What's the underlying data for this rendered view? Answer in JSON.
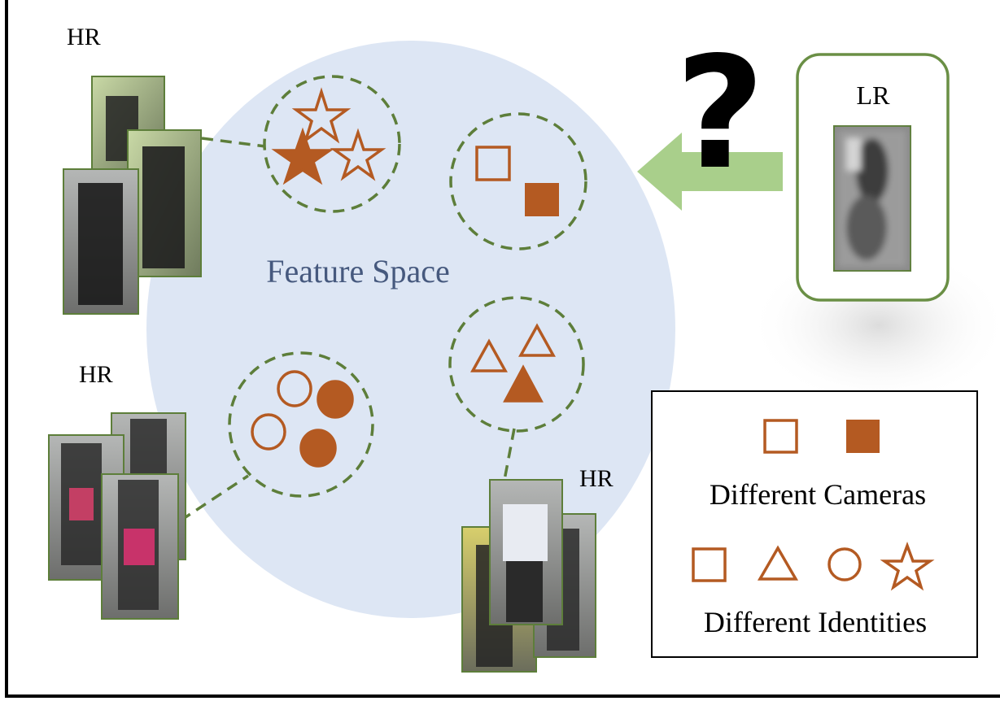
{
  "labels": {
    "hr_top": "HR",
    "hr_left": "HR",
    "hr_bottom": "HR",
    "lr": "LR",
    "feature_space": "Feature Space",
    "question": "?"
  },
  "legend": {
    "cameras_label": "Different Cameras",
    "identities_label": "Different Identities"
  },
  "colors": {
    "feature_space_fill": "#dde6f4",
    "feature_space_text": "#46597e",
    "shape_color": "#b45a22",
    "cluster_border": "#5d7e3a",
    "lr_box_border": "#6a8f45",
    "arrow_color": "#a9cf8b",
    "frame_color": "#000000"
  },
  "clusters": [
    {
      "id": "stars",
      "shape": "star",
      "members": [
        "outline",
        "filled",
        "outline"
      ]
    },
    {
      "id": "squares",
      "shape": "square",
      "members": [
        "outline",
        "filled"
      ]
    },
    {
      "id": "circles",
      "shape": "circle",
      "members": [
        "outline",
        "filled",
        "outline",
        "filled"
      ]
    },
    {
      "id": "triangles",
      "shape": "triangle",
      "members": [
        "outline",
        "outline",
        "filled"
      ]
    }
  ]
}
